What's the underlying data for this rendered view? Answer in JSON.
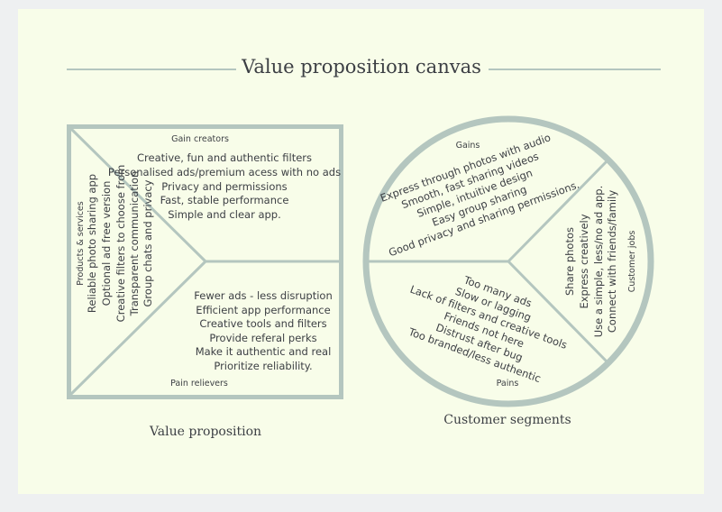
{
  "title": "Value proposition canvas",
  "value_proposition": {
    "caption": "Value proposition",
    "gain_creators": {
      "label": "Gain creators",
      "items": [
        "Creative, fun and authentic filters",
        "Personalised ads/premium acess with no ads",
        "Privacy and permissions",
        "Fast, stable performance",
        "Simple and clear app."
      ]
    },
    "products_services": {
      "label": "Products & services",
      "items": [
        "Reliable photo sharing app",
        "Optional ad free version",
        "Creative filters to choose from",
        "Transparent communication",
        "Group chats and privacy"
      ]
    },
    "pain_relievers": {
      "label": "Pain relievers",
      "items": [
        "Fewer ads - less disruption",
        "Efficient app performance",
        "Creative tools and filters",
        "Provide referal perks",
        "Make it authentic and real",
        "Prioritize reliability."
      ]
    }
  },
  "customer_segments": {
    "caption": "Customer segments",
    "gains": {
      "label": "Gains",
      "items": [
        "Express through photos with audio",
        "Smooth, fast sharing videos",
        "Simple, intuitive design",
        "Easy group sharing",
        "Good privacy and sharing permissions."
      ]
    },
    "customer_jobs": {
      "label": "Customer jobs",
      "items": [
        "Share photos",
        "Express creatively",
        "Use a simple, less/no ad app.",
        "Connect with friends/family"
      ]
    },
    "pains": {
      "label": "Pains",
      "items": [
        "Too many ads",
        "Slow or lagging",
        "Lack of filters and creative tools",
        "Friends not here",
        "Distrust after bug",
        "Too branded/less authentic"
      ]
    }
  },
  "colors": {
    "background": "#f8fde9",
    "outline": "#b4c6bf",
    "text": "#3c3f44"
  }
}
